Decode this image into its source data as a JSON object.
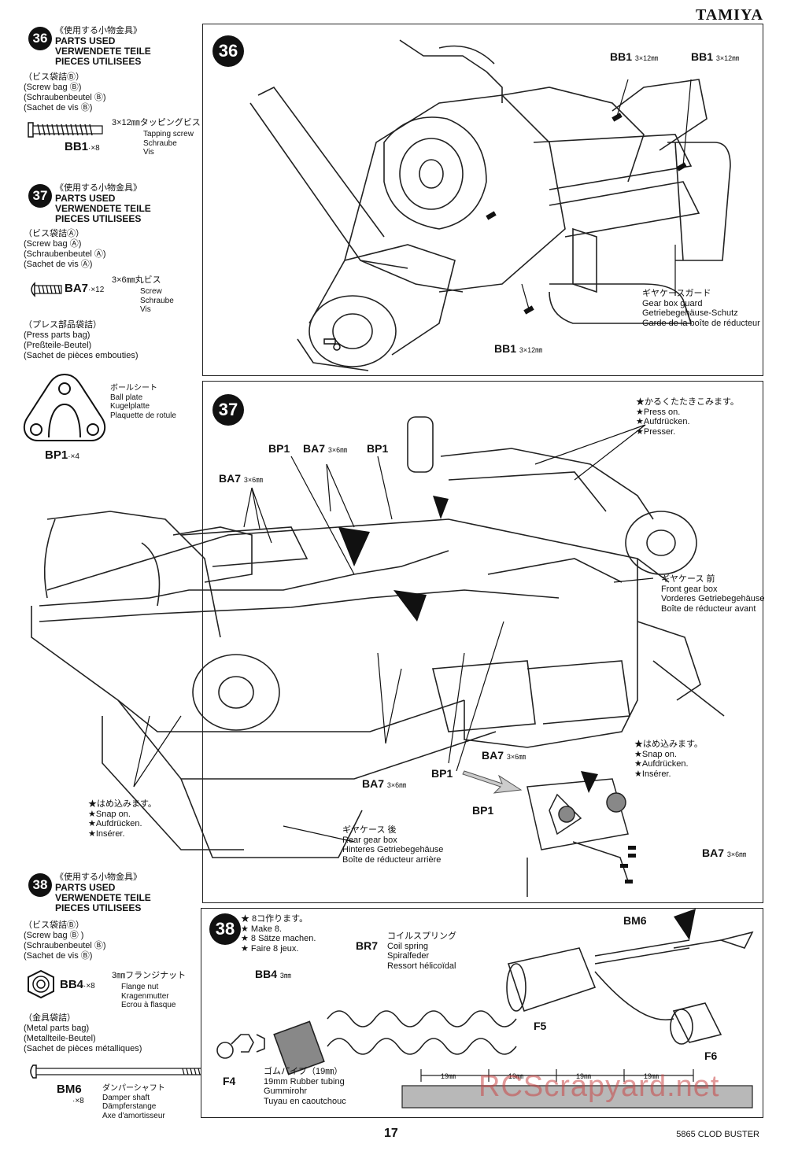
{
  "header": {
    "brand": "TAMIYA"
  },
  "parts36": {
    "step": "36",
    "jp_title": "《使用する小物金具》",
    "title_en": "PARTS USED",
    "title_de": "VERWENDETE TEILE",
    "title_fr": "PIECES UTILISEES",
    "bag_jp": "（ビス袋詰Ⓑ）",
    "bag_en": "(Screw bag Ⓑ)",
    "bag_de": "(Schraubenbeutel Ⓑ)",
    "bag_fr": "(Sachet de vis Ⓑ)",
    "item_code": "BB1",
    "item_qty": "·×8",
    "item_jp": "3×12㎜タッピングビス",
    "item_en": "Tapping screw",
    "item_de": "Schraube",
    "item_fr": "Vis"
  },
  "parts37": {
    "step": "37",
    "jp_title": "《使用する小物金具》",
    "title_en": "PARTS USED",
    "title_de": "VERWENDETE TEILE",
    "title_fr": "PIECES UTILISEES",
    "bag_jp": "（ビス袋詰Ⓐ）",
    "bag_en": "(Screw bag Ⓐ)",
    "bag_de": "(Schraubenbeutel Ⓐ)",
    "bag_fr": "(Sachet de vis Ⓐ)",
    "item_code": "BA7",
    "item_qty": "·×12",
    "item_jp": "3×6㎜丸ビス",
    "item_en": "Screw",
    "item_de": "Schraube",
    "item_fr": "Vis",
    "press_jp": "（プレス部品袋詰）",
    "press_en": "(Press parts bag)",
    "press_de": "(Preßteile-Beutel)",
    "press_fr": "(Sachet de pièces embouties)",
    "plate_jp": "ボールシート",
    "plate_en": "Ball plate",
    "plate_de": "Kugelplatte",
    "plate_fr": "Plaquette de rotule",
    "plate_code": "BP1",
    "plate_qty": "·×4"
  },
  "parts38": {
    "step": "38",
    "jp_title": "《使用する小物金具》",
    "title_en": "PARTS USED",
    "title_de": "VERWENDETE TEILE",
    "title_fr": "PIECES UTILISEES",
    "bag_jp": "（ビス袋詰Ⓑ）",
    "bag_en": "(Screw bag Ⓑ )",
    "bag_de": "(Schraubenbeutel Ⓑ)",
    "bag_fr": "(Sachet de vis Ⓑ)",
    "nut_code": "BB4",
    "nut_qty": "·×8",
    "nut_jp": "3㎜フランジナット",
    "nut_en": "Flange nut",
    "nut_de": "Kragenmutter",
    "nut_fr": "Ecrou à flasque",
    "metal_jp": "（金具袋詰）",
    "metal_en": "(Metal parts bag)",
    "metal_de": "(Metallteile-Beutel)",
    "metal_fr": "(Sachet de pièces métalliques)",
    "shaft_code": "BM6",
    "shaft_qty": "·×8",
    "shaft_jp": "ダンパーシャフト",
    "shaft_en": "Damper shaft",
    "shaft_de": "Dämpferstange",
    "shaft_fr": "Axe d'amortisseur"
  },
  "step36": {
    "num": "36",
    "bb1_a": "BB1",
    "bb1_a_dim": "3×12㎜",
    "bb1_b": "BB1",
    "bb1_b_dim": "3×12㎜",
    "bb1_c": "BB1",
    "bb1_c_dim": "3×12㎜",
    "guard_jp": "ギヤケースガード",
    "guard_en": "Gear box guard",
    "guard_de": "Getriebegehäuse-Schutz",
    "guard_fr": "Garde de la boîte de réducteur"
  },
  "step37": {
    "num": "37",
    "press_jp": "★かるくたたきこみます。",
    "press_en": "★Press on.",
    "press_de": "★Aufdrücken.",
    "press_fr": "★Presser.",
    "bp1_a": "BP1",
    "ba7_a": "BA7",
    "ba7_a_dim": "3×6㎜",
    "bp1_b": "BP1",
    "ba7_b": "BA7",
    "ba7_b_dim": "3×6㎜",
    "front_jp": "ギヤケース 前",
    "front_en": "Front gear box",
    "front_de": "Vorderes Getriebegehäuse",
    "front_fr": "Boîte de réducteur avant",
    "snap_r_jp": "★はめ込みます。",
    "snap_r_en": "★Snap on.",
    "snap_r_de": "★Aufdrücken.",
    "snap_r_fr": "★Insérer.",
    "ba7_c": "BA7",
    "ba7_c_dim": "3×6㎜",
    "ba7_d": "BA7",
    "ba7_d_dim": "3×6㎜",
    "bp1_c": "BP1",
    "bp1_d": "BP1",
    "ba7_e": "BA7",
    "ba7_e_dim": "3×6㎜",
    "snap_l_jp": "★はめ込みます。",
    "snap_l_en": "★Snap on.",
    "snap_l_de": "★Aufdrücken.",
    "snap_l_fr": "★Insérer.",
    "rear_jp": "ギヤケース 後",
    "rear_en": "Rear gear box",
    "rear_de": "Hinteres Getriebegehäuse",
    "rear_fr": "Boîte de réducteur arrière"
  },
  "step38": {
    "num": "38",
    "make_jp": "★ 8コ作ります。",
    "make_en": "★ Make 8.",
    "make_de": "★ 8 Sätze machen.",
    "make_fr": "★ Faire 8 jeux.",
    "bm6": "BM6",
    "br7": "BR7",
    "spring_jp": "コイルスプリング",
    "spring_en": "Coil spring",
    "spring_de": "Spiralfeder",
    "spring_fr": "Ressort hélicoïdal",
    "bb4": "BB4",
    "bb4_dim": "3㎜",
    "f5": "F5",
    "f6": "F6",
    "f4": "F4",
    "tube_jp": "ゴムパイプ（19㎜）",
    "tube_en": "19mm Rubber tubing",
    "tube_de": "Gummirohr",
    "tube_fr": "Tuyau en caoutchouc",
    "seg": [
      "19㎜",
      "19㎜",
      "19㎜",
      "19㎜"
    ]
  },
  "footer": {
    "page": "17",
    "model": "5865 CLOD BUSTER"
  },
  "watermark": "RCScrapyard.net"
}
